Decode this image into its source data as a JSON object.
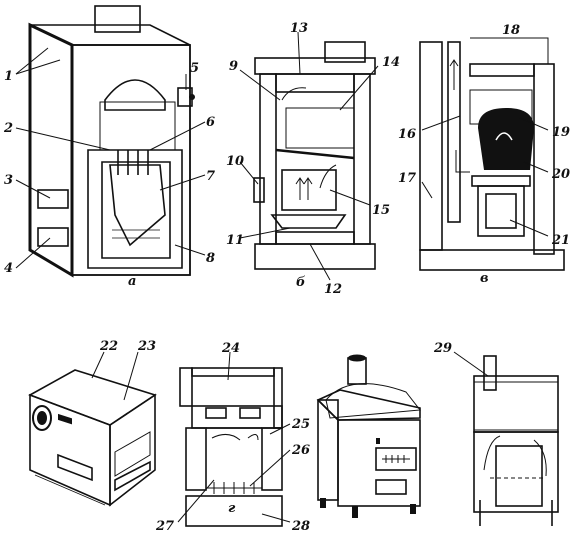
{
  "labels": {
    "n1": "1",
    "n2": "2",
    "n3": "3",
    "n4": "4",
    "n5": "5",
    "n6": "6",
    "n7": "7",
    "n8": "8",
    "n9": "9",
    "n10": "10",
    "n11": "11",
    "n12": "12",
    "n13": "13",
    "n14": "14",
    "n15": "15",
    "n16": "16",
    "n17": "17",
    "n18": "18",
    "n19": "19",
    "n20": "20",
    "n21": "21",
    "n22": "22",
    "n23": "23",
    "n24": "24",
    "n25": "25",
    "n26": "26",
    "n27": "27",
    "n28": "28",
    "n29": "29"
  },
  "captions": {
    "a": "а",
    "b": "б",
    "v": "в",
    "g": "г"
  }
}
